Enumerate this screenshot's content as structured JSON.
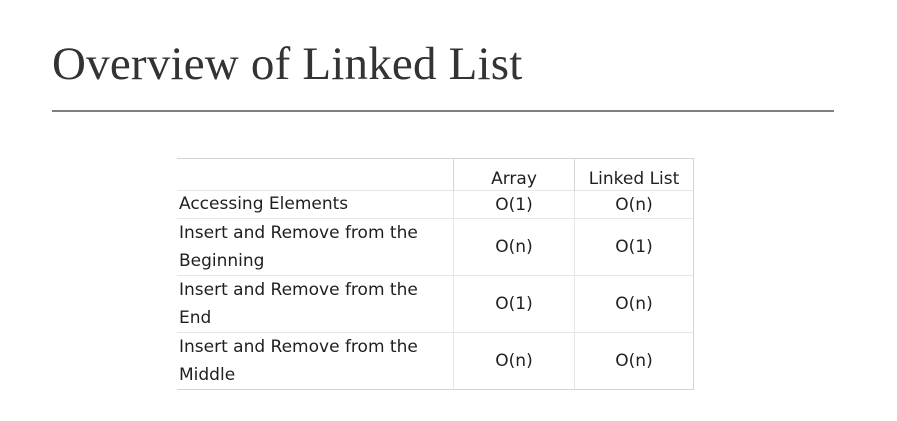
{
  "slide": {
    "title": "Overview of Linked List"
  },
  "table": {
    "columns": [
      "",
      "Array",
      "Linked List"
    ],
    "rows": [
      {
        "label": "Accessing Elements",
        "array": "O(1)",
        "linked_list": "O(n)"
      },
      {
        "label": "Insert and Remove from the Beginning",
        "array": "O(n)",
        "linked_list": "O(1)"
      },
      {
        "label": "Insert and Remove from the End",
        "array": "O(1)",
        "linked_list": "O(n)"
      },
      {
        "label": "Insert and Remove from the Middle",
        "array": "O(n)",
        "linked_list": "O(n)"
      }
    ]
  }
}
